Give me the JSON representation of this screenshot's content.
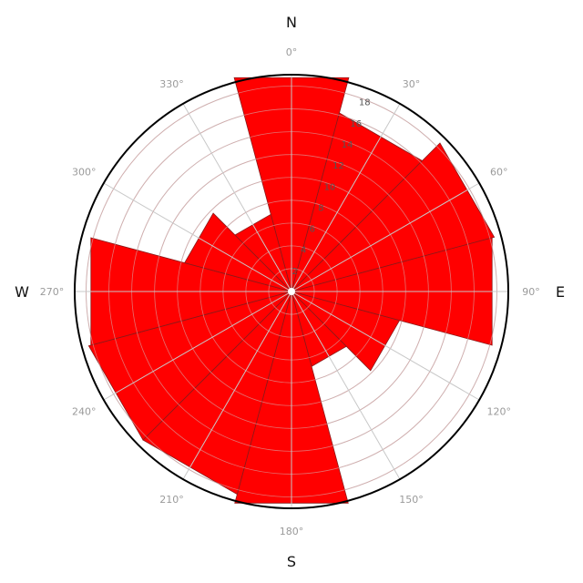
{
  "chart_data": {
    "type": "polar-bar",
    "directions": [
      0,
      30,
      60,
      90,
      120,
      150,
      180,
      210,
      240,
      270,
      300,
      330
    ],
    "values": [
      19.4,
      16.2,
      18.4,
      18.2,
      9.8,
      6.8,
      19.2,
      18.4,
      18.4,
      18.2,
      9.7,
      7.0
    ],
    "rlim": [
      0,
      19
    ],
    "radial_ticks": [
      2,
      4,
      6,
      8,
      10,
      12,
      14,
      16,
      18
    ],
    "angle_ticks": [
      "0°",
      "30°",
      "60°",
      "90°",
      "120°",
      "150°",
      "180°",
      "210°",
      "240°",
      "270°",
      "300°",
      "330°"
    ],
    "compass": {
      "N": "N",
      "E": "E",
      "S": "S",
      "W": "W"
    },
    "bar_color": "#ff0000",
    "grid": true
  }
}
